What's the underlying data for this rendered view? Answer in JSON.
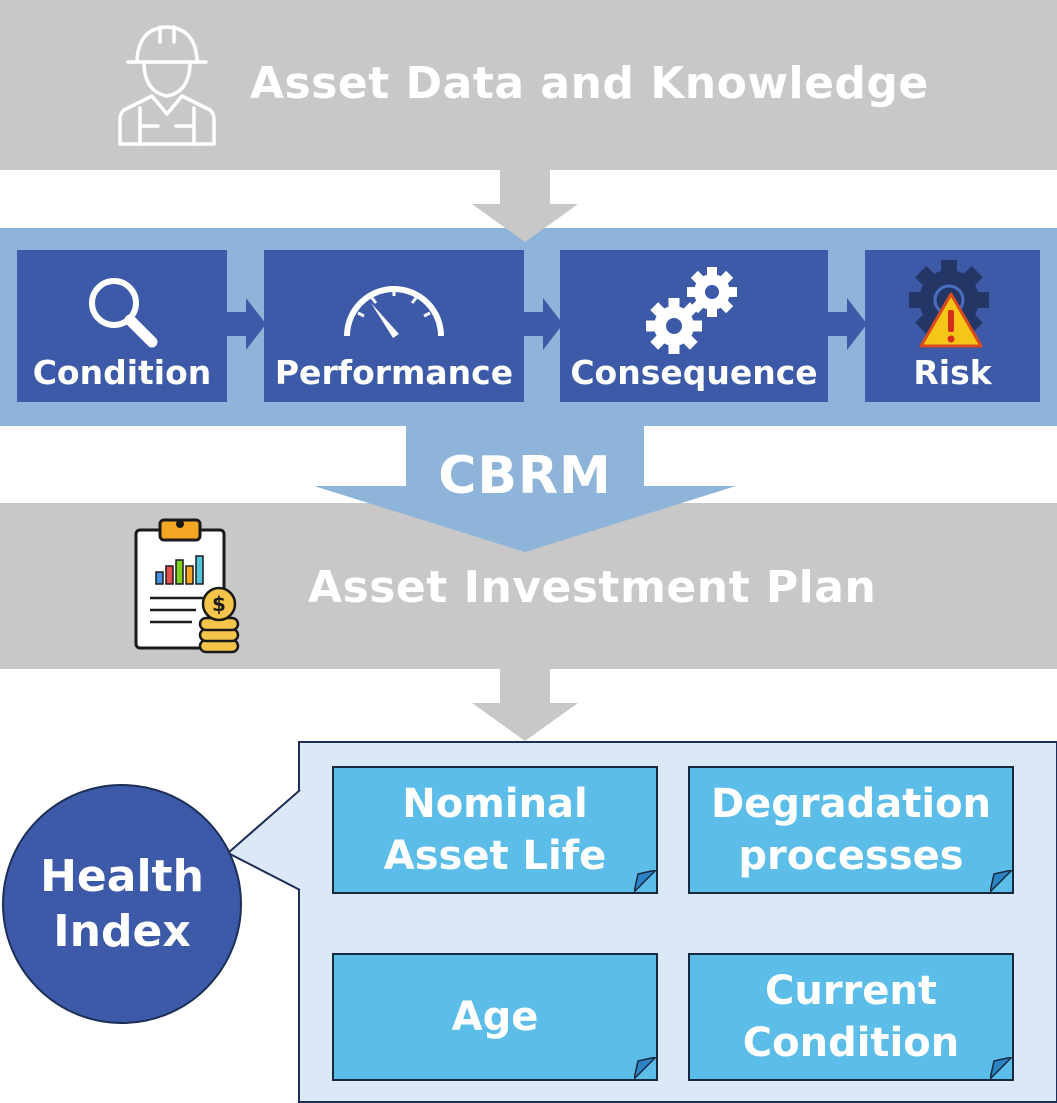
{
  "top": {
    "title": "Asset Data and Knowledge",
    "icon": "worker-icon"
  },
  "stages": [
    {
      "label": "Condition",
      "icon": "magnifier-icon"
    },
    {
      "label": "Performance",
      "icon": "gauge-icon"
    },
    {
      "label": "Consequence",
      "icon": "gears-icon"
    },
    {
      "label": "Risk",
      "icon": "risk-warning-icon"
    }
  ],
  "cbrm": "CBRM",
  "plan": {
    "title": "Asset Investment Plan",
    "icon": "report-coins-icon"
  },
  "health": {
    "line1": "Health",
    "line2": "Index",
    "cards": [
      {
        "line1": "Nominal",
        "line2": "Asset Life"
      },
      {
        "line1": "Degradation",
        "line2": "processes"
      },
      {
        "line1": "Age",
        "line2": ""
      },
      {
        "line1": "Current",
        "line2": "Condition"
      }
    ]
  },
  "colors": {
    "band_gray": "#c8c8c8",
    "band_blue": "#8eb4d9",
    "stage_blue": "#3c5aa8",
    "card_cyan": "#5bbde8",
    "panel_light": "#dbe8f5"
  }
}
